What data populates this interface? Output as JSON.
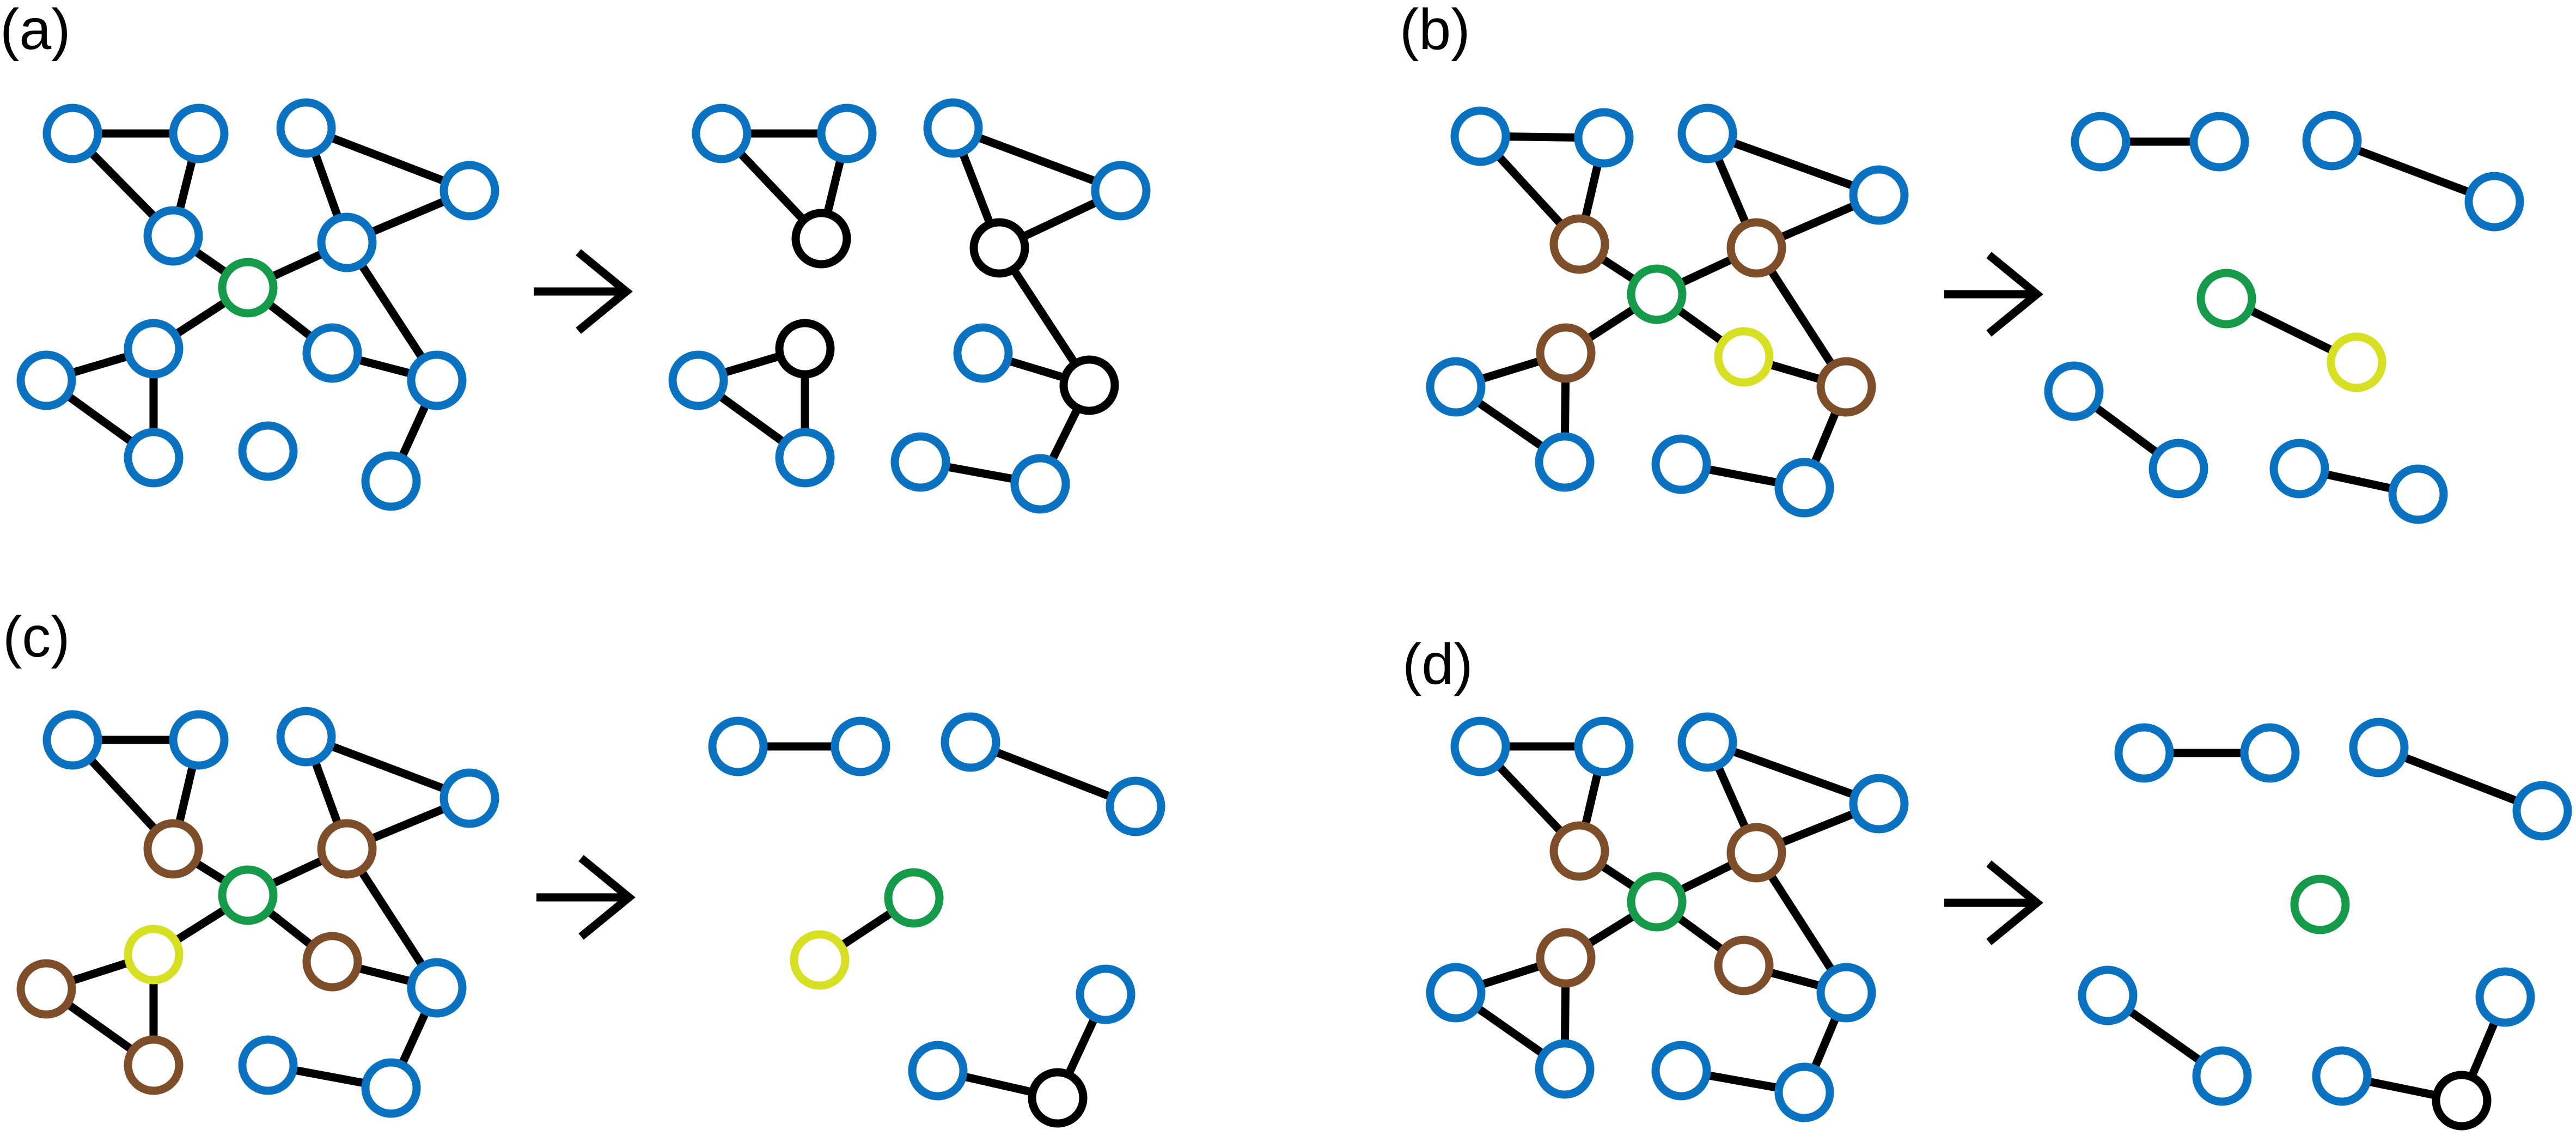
{
  "colors": {
    "blue": "#0a72c0",
    "green": "#149a48",
    "brown": "#7e4e2a",
    "yellow": "#d7df22",
    "black": "#000000"
  },
  "panels": [
    {
      "label": "(a)",
      "before": {
        "nodes": [
          [
            "A1",
            "blue"
          ],
          [
            "A2",
            "blue"
          ],
          [
            "A3",
            "blue"
          ],
          [
            "C",
            "green"
          ],
          [
            "B1",
            "blue"
          ],
          [
            "B2",
            "blue"
          ],
          [
            "B3",
            "blue"
          ],
          [
            "D1",
            "blue"
          ],
          [
            "D2",
            "blue"
          ],
          [
            "D3",
            "blue"
          ],
          [
            "E1",
            "blue"
          ],
          [
            "E2",
            "blue"
          ],
          [
            "E3",
            "blue"
          ],
          [
            "F1",
            "blue"
          ],
          [
            "F2",
            "blue"
          ]
        ],
        "edges": [
          [
            "A1",
            "A2"
          ],
          [
            "A1",
            "A3"
          ],
          [
            "A2",
            "A3"
          ],
          [
            "A3",
            "C"
          ],
          [
            "B1",
            "B2"
          ],
          [
            "B1",
            "B3"
          ],
          [
            "B2",
            "B3"
          ],
          [
            "C",
            "B3"
          ],
          [
            "C",
            "D1"
          ],
          [
            "C",
            "E1"
          ],
          [
            "D1",
            "D2"
          ],
          [
            "D1",
            "D3"
          ],
          [
            "D2",
            "D3"
          ],
          [
            "B3",
            "E3"
          ],
          [
            "E1",
            "E3"
          ],
          [
            "E2",
            "E3"
          ],
          [
            "E2",
            "F2"
          ],
          [
            "F1",
            "F2"
          ]
        ]
      },
      "after": {
        "nodes": [
          [
            "A1",
            "blue"
          ],
          [
            "A2",
            "blue"
          ],
          [
            "A3",
            "black"
          ],
          [
            "B1",
            "blue"
          ],
          [
            "B2",
            "blue"
          ],
          [
            "B3",
            "black"
          ],
          [
            "D1",
            "black"
          ],
          [
            "D2",
            "blue"
          ],
          [
            "D3",
            "blue"
          ],
          [
            "E1",
            "blue"
          ],
          [
            "E3",
            "black"
          ],
          [
            "E2",
            "blue"
          ],
          [
            "F1",
            "blue"
          ],
          [
            "F2",
            "blue"
          ]
        ],
        "edges": [
          [
            "A1",
            "A2"
          ],
          [
            "A1",
            "A3"
          ],
          [
            "A2",
            "A3"
          ],
          [
            "B1",
            "B2"
          ],
          [
            "B1",
            "B3"
          ],
          [
            "B2",
            "B3"
          ],
          [
            "D1",
            "D2"
          ],
          [
            "D1",
            "D3"
          ],
          [
            "D2",
            "D3"
          ],
          [
            "B3",
            "E3"
          ],
          [
            "E1",
            "E3"
          ],
          [
            "E2",
            "E3"
          ],
          [
            "E2",
            "F2"
          ],
          [
            "F1",
            "F2"
          ]
        ]
      }
    },
    {
      "label": "(b)",
      "before": {
        "nodes": [
          [
            "A1",
            "blue"
          ],
          [
            "A2",
            "blue"
          ],
          [
            "A3",
            "brown"
          ],
          [
            "C",
            "green"
          ],
          [
            "B1",
            "blue"
          ],
          [
            "B2",
            "blue"
          ],
          [
            "B3",
            "brown"
          ],
          [
            "D1",
            "brown"
          ],
          [
            "D2",
            "blue"
          ],
          [
            "D3",
            "blue"
          ],
          [
            "E1",
            "yellow"
          ],
          [
            "E2",
            "blue"
          ],
          [
            "E3",
            "brown"
          ],
          [
            "F1",
            "blue"
          ],
          [
            "F2",
            "blue"
          ]
        ],
        "edges": [
          [
            "A1",
            "A2"
          ],
          [
            "A1",
            "A3"
          ],
          [
            "A2",
            "A3"
          ],
          [
            "A3",
            "C"
          ],
          [
            "B1",
            "B2"
          ],
          [
            "B1",
            "B3"
          ],
          [
            "B2",
            "B3"
          ],
          [
            "C",
            "B3"
          ],
          [
            "C",
            "D1"
          ],
          [
            "C",
            "E1"
          ],
          [
            "D1",
            "D2"
          ],
          [
            "D1",
            "D3"
          ],
          [
            "D2",
            "D3"
          ],
          [
            "B3",
            "E3"
          ],
          [
            "E1",
            "E3"
          ],
          [
            "E2",
            "E3"
          ],
          [
            "E2",
            "F2"
          ],
          [
            "F1",
            "F2"
          ]
        ]
      },
      "after": {
        "nodes": [
          [
            "A1",
            "blue"
          ],
          [
            "A2",
            "blue"
          ],
          [
            "B1",
            "blue"
          ],
          [
            "B2",
            "blue"
          ],
          [
            "C",
            "green"
          ],
          [
            "Y",
            "yellow"
          ],
          [
            "D2",
            "blue"
          ],
          [
            "D3",
            "blue"
          ],
          [
            "F1",
            "blue"
          ],
          [
            "F2",
            "blue"
          ]
        ],
        "edges": [
          [
            "A1",
            "A2"
          ],
          [
            "B1",
            "B2"
          ],
          [
            "C",
            "Y"
          ],
          [
            "D2",
            "D3"
          ],
          [
            "F1",
            "F2"
          ]
        ]
      }
    },
    {
      "label": "(c)",
      "before": {
        "nodes": [
          [
            "A1",
            "blue"
          ],
          [
            "A2",
            "blue"
          ],
          [
            "A3",
            "brown"
          ],
          [
            "C",
            "green"
          ],
          [
            "B1",
            "blue"
          ],
          [
            "B2",
            "blue"
          ],
          [
            "B3",
            "brown"
          ],
          [
            "D1",
            "yellow"
          ],
          [
            "D2",
            "brown"
          ],
          [
            "D3",
            "brown"
          ],
          [
            "E1",
            "brown"
          ],
          [
            "E2",
            "blue"
          ],
          [
            "E3",
            "blue"
          ],
          [
            "F1",
            "blue"
          ],
          [
            "F2",
            "blue"
          ]
        ],
        "edges": [
          [
            "A1",
            "A2"
          ],
          [
            "A1",
            "A3"
          ],
          [
            "A2",
            "A3"
          ],
          [
            "A3",
            "C"
          ],
          [
            "B1",
            "B2"
          ],
          [
            "B1",
            "B3"
          ],
          [
            "B2",
            "B3"
          ],
          [
            "C",
            "B3"
          ],
          [
            "C",
            "D1"
          ],
          [
            "C",
            "E1"
          ],
          [
            "D1",
            "D2"
          ],
          [
            "D1",
            "D3"
          ],
          [
            "D2",
            "D3"
          ],
          [
            "B3",
            "E3"
          ],
          [
            "E1",
            "E3"
          ],
          [
            "E2",
            "E3"
          ],
          [
            "E2",
            "F2"
          ],
          [
            "F1",
            "F2"
          ]
        ]
      },
      "after": {
        "nodes": [
          [
            "A1",
            "blue"
          ],
          [
            "A2",
            "blue"
          ],
          [
            "B1",
            "blue"
          ],
          [
            "B2",
            "blue"
          ],
          [
            "C",
            "green"
          ],
          [
            "Y",
            "yellow"
          ],
          [
            "E3",
            "blue"
          ],
          [
            "E2",
            "black"
          ],
          [
            "F2",
            "blue"
          ]
        ],
        "edges": [
          [
            "A1",
            "A2"
          ],
          [
            "B1",
            "B2"
          ],
          [
            "C",
            "Y"
          ],
          [
            "E3",
            "E2"
          ],
          [
            "E2",
            "F2"
          ]
        ]
      }
    },
    {
      "label": "(d)",
      "before": {
        "nodes": [
          [
            "A1",
            "blue"
          ],
          [
            "A2",
            "blue"
          ],
          [
            "A3",
            "brown"
          ],
          [
            "C",
            "green"
          ],
          [
            "B1",
            "blue"
          ],
          [
            "B2",
            "blue"
          ],
          [
            "B3",
            "brown"
          ],
          [
            "D1",
            "brown"
          ],
          [
            "D2",
            "blue"
          ],
          [
            "D3",
            "blue"
          ],
          [
            "E1",
            "brown"
          ],
          [
            "E2",
            "blue"
          ],
          [
            "E3",
            "blue"
          ],
          [
            "F1",
            "blue"
          ],
          [
            "F2",
            "blue"
          ]
        ],
        "edges": [
          [
            "A1",
            "A2"
          ],
          [
            "A1",
            "A3"
          ],
          [
            "A2",
            "A3"
          ],
          [
            "A3",
            "C"
          ],
          [
            "B1",
            "B2"
          ],
          [
            "B1",
            "B3"
          ],
          [
            "B2",
            "B3"
          ],
          [
            "C",
            "B3"
          ],
          [
            "C",
            "D1"
          ],
          [
            "C",
            "E1"
          ],
          [
            "D1",
            "D2"
          ],
          [
            "D1",
            "D3"
          ],
          [
            "D2",
            "D3"
          ],
          [
            "B3",
            "E3"
          ],
          [
            "E1",
            "E3"
          ],
          [
            "E2",
            "E3"
          ],
          [
            "E2",
            "F2"
          ],
          [
            "F1",
            "F2"
          ]
        ]
      },
      "after": {
        "nodes": [
          [
            "A1",
            "blue"
          ],
          [
            "A2",
            "blue"
          ],
          [
            "B1",
            "blue"
          ],
          [
            "B2",
            "blue"
          ],
          [
            "C",
            "green"
          ],
          [
            "D2",
            "blue"
          ],
          [
            "D3",
            "blue"
          ],
          [
            "E3",
            "blue"
          ],
          [
            "E2",
            "black"
          ],
          [
            "F2",
            "blue"
          ]
        ],
        "edges": [
          [
            "A1",
            "A2"
          ],
          [
            "B1",
            "B2"
          ],
          [
            "D2",
            "D3"
          ],
          [
            "E3",
            "E2"
          ],
          [
            "E2",
            "F2"
          ]
        ]
      }
    }
  ]
}
